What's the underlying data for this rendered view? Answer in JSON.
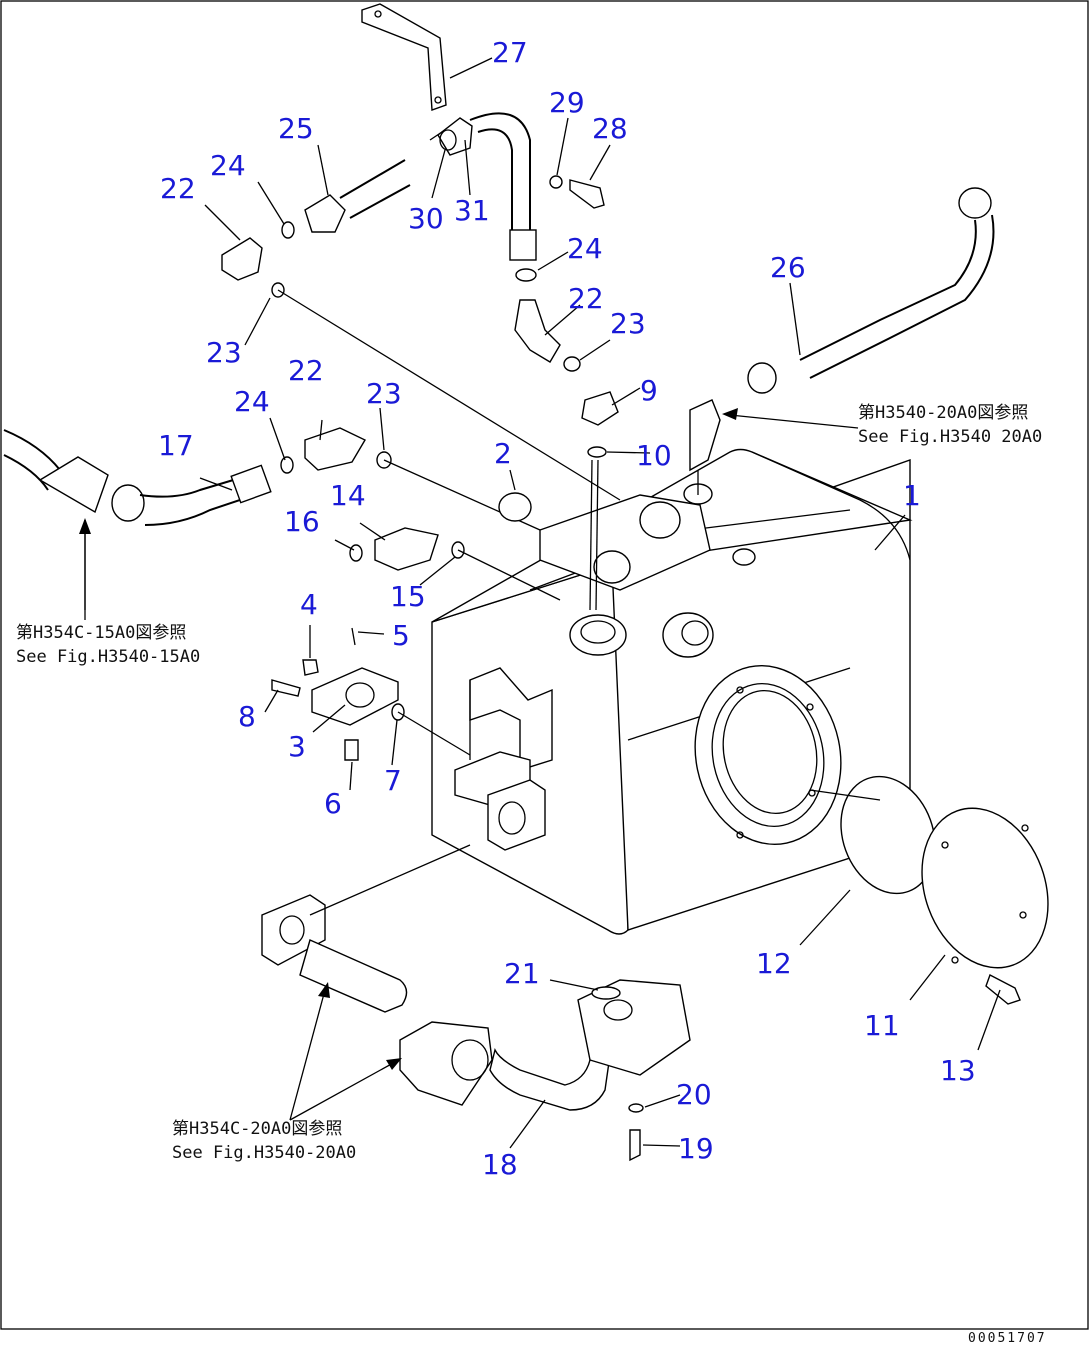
{
  "callouts": {
    "c1": "1",
    "c2": "2",
    "c3": "3",
    "c4": "4",
    "c5": "5",
    "c6": "6",
    "c7": "7",
    "c8": "8",
    "c9": "9",
    "c10": "10",
    "c11": "11",
    "c12": "12",
    "c13": "13",
    "c14": "14",
    "c15": "15",
    "c16": "16",
    "c17": "17",
    "c18": "18",
    "c19": "19",
    "c20": "20",
    "c21": "21",
    "c22a": "22",
    "c22b": "22",
    "c22c": "22",
    "c23a": "23",
    "c23b": "23",
    "c23c": "23",
    "c24a": "24",
    "c24b": "24",
    "c24c": "24",
    "c25": "25",
    "c26": "26",
    "c27": "27",
    "c28": "28",
    "c29": "29",
    "c30": "30",
    "c31": "31"
  },
  "references": {
    "ref_right_jp": "第H3540-20A0図参照",
    "ref_right_en": "See Fig.H3540 20A0",
    "ref_left_jp": "第H354C-15A0図参照",
    "ref_left_en": "See Fig.H3540-15A0",
    "ref_bottom_jp": "第H354C-20A0図参照",
    "ref_bottom_en": "See Fig.H3540-20A0"
  },
  "figure_id": "00051707",
  "colors": {
    "callout": "#1a1ad6",
    "line": "#000000",
    "background": "#ffffff"
  }
}
